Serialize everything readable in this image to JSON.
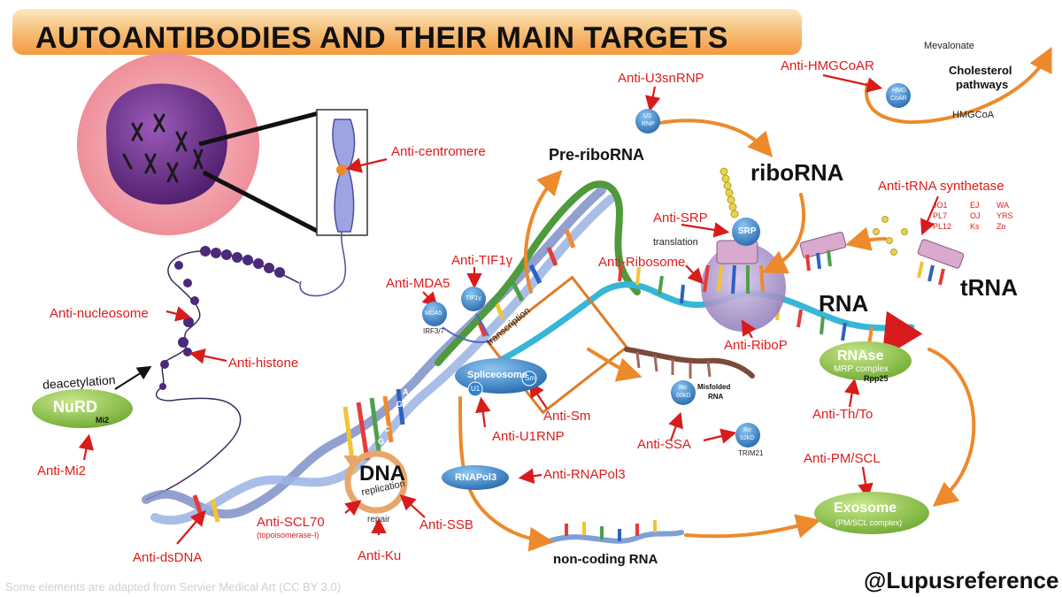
{
  "title": "AUTOANTIBODIES AND THEIR MAIN TARGETS",
  "handle": "@Lupusreference",
  "credit": "Some elements are adapted from Servier Medical Art (CC BY 3.0)",
  "antibodies": {
    "centromere": "Anti-centromere",
    "nucleosome": "Anti-nucleosome",
    "histone": "Anti-histone",
    "mi2": "Anti-Mi2",
    "dsdna": "Anti-dsDNA",
    "scl70": "Anti-SCL70",
    "scl70_note": "(topoisomerase-I)",
    "ku": "Anti-Ku",
    "ssb": "Anti-SSB",
    "rnapol3": "Anti-RNAPol3",
    "u1rnp": "Anti-U1RNP",
    "sm": "Anti-Sm",
    "mda5": "Anti-MDA5",
    "tif1": "Anti-TIF1γ",
    "u3snrnp": "Anti-U3snRNP",
    "hmgcoar": "Anti-HMGCoAR",
    "srp": "Anti-SRP",
    "ribosome": "Anti-Ribosome",
    "ribop": "Anti-RiboP",
    "trna_synthetase": "Anti-tRNA synthetase",
    "ssa": "Anti-SSA",
    "th_to": "Anti-Th/To",
    "pm_scl": "Anti-PM/SCL"
  },
  "synthetases": {
    "col1": [
      "JO1",
      "PL7",
      "PL12"
    ],
    "col2": [
      "EJ",
      "OJ",
      "Ks"
    ],
    "col3": [
      "WA",
      "YRS",
      "Zo"
    ]
  },
  "structures": {
    "pre_ribo": "Pre-riboRNA",
    "ribo": "riboRNA",
    "trna": "tRNA",
    "rna": "RNA",
    "dna": "DNA",
    "replication": "replication",
    "repair": "repair",
    "noncoding": "non-coding RNA",
    "transcription": "transcription",
    "translation": "translation",
    "deacetylation": "deacetylation",
    "misfolded": "Misfolded",
    "misfolded2": "RNA",
    "mevalonate": "Mevalonate",
    "cholesterol": "Cholesterol",
    "pathways": "pathways",
    "hmgcoa": "HMGCoA",
    "irf": "IRF3/7",
    "trim21": "TRIM21"
  },
  "nodes": {
    "nurd": "NuRD",
    "mi2": "Mi2",
    "spliceosome": "Spliceosome",
    "u1": "U1",
    "sm": "Sm",
    "rnapol3": "RNAPol3",
    "rnase": "RNAse",
    "mrp": "MRP complex",
    "rpp25": "Rpp25",
    "exosome": "Exosome",
    "exosome_sub": "(PM/SCL complex)",
    "srp": "SRP",
    "u3_line1": "U3",
    "u3_line2": "RNP",
    "hmg_line1": "HMG",
    "hmg_line2": "CoAR",
    "mda5": "MDA5",
    "tif1": "TIF1γ",
    "ro60_line1": "Ro",
    "ro60_line2": "60kD",
    "ro52_line1": "Ro",
    "ro52_line2": "52kD"
  },
  "dna_bases": [
    "A",
    "G",
    "T",
    "C",
    "G"
  ],
  "colors": {
    "anti_label": "#e01b1b",
    "arrow_red": "#d81b1b",
    "flow_arrow": "#ec8a2c",
    "node_green": "#8fc541",
    "node_blue": "#2f84cf",
    "cell": "#f3a7ae",
    "nucleus": "#6d2d8e"
  }
}
